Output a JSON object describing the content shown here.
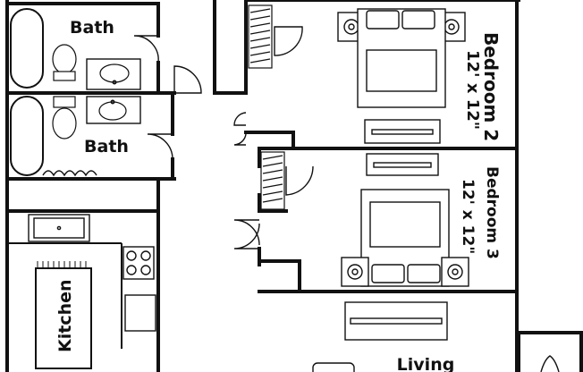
{
  "rooms": {
    "bath_top": {
      "name": "Bath"
    },
    "bath_bottom": {
      "name": "Bath"
    },
    "bedroom2": {
      "name": "Bedroom 2",
      "size": "12' x 12\""
    },
    "bedroom3": {
      "name": "Bedroom 3",
      "size": "12' x 12\""
    },
    "kitchen": {
      "name": "Kitchen"
    },
    "living": {
      "name": "Living"
    }
  },
  "colors": {
    "wall": "#111111",
    "fixture_fill": "#ffffff",
    "accent": "#cfcfcf"
  }
}
